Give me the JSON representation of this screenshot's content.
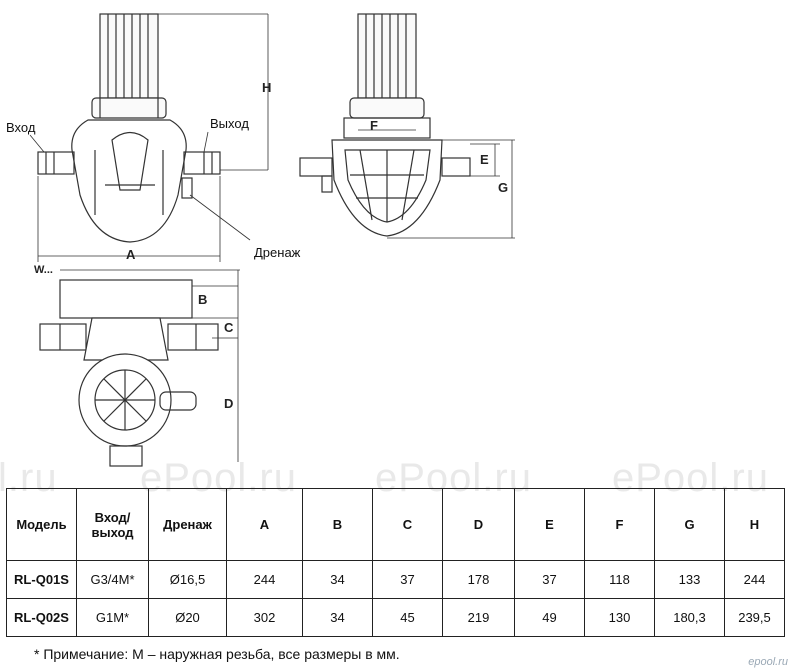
{
  "labels": {
    "inlet": "Вход",
    "outlet": "Выход",
    "drain": "Дренаж",
    "dim_a": "A",
    "dim_b": "B",
    "dim_c": "C",
    "dim_d": "D",
    "dim_e": "E",
    "dim_f": "F",
    "dim_g": "G",
    "dim_h": "H",
    "partial_label": "W..."
  },
  "watermarks": [
    "l.ru",
    "ePool.ru",
    "ePool.ru",
    "ePool.ru"
  ],
  "table": {
    "headers": [
      "Модель",
      "Вход/ выход",
      "Дренаж",
      "A",
      "B",
      "C",
      "D",
      "E",
      "F",
      "G",
      "H"
    ],
    "rows": [
      [
        "RL-Q01S",
        "G3/4M*",
        "Ø16,5",
        "244",
        "34",
        "37",
        "178",
        "37",
        "118",
        "133",
        "244"
      ],
      [
        "RL-Q02S",
        "G1M*",
        "Ø20",
        "302",
        "34",
        "45",
        "219",
        "49",
        "130",
        "180,3",
        "239,5"
      ]
    ]
  },
  "note": "* Примечание:  М – наружная резьба, все размеры в мм.",
  "brand": "epool.ru"
}
